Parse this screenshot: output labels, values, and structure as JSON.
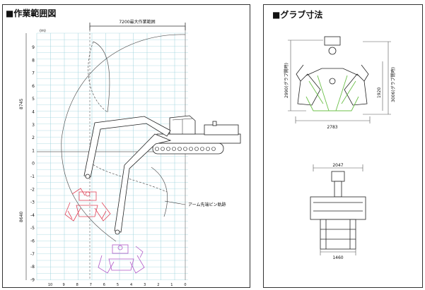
{
  "left_panel": {
    "title": "■作業範囲図",
    "dimension_top": "7200最大作業範囲",
    "dim_side_upper": "8745",
    "dim_side_lower": "8640",
    "unit_label": "(m)",
    "y_ticks": [
      "9",
      "8",
      "7",
      "6",
      "5",
      "4",
      "3",
      "2",
      "1",
      "0",
      "-1",
      "-2",
      "-3",
      "-4",
      "-5",
      "-6",
      "-7",
      "-8",
      "-9"
    ],
    "x_ticks": [
      "10",
      "9",
      "8",
      "7",
      "6",
      "5",
      "4",
      "3",
      "2",
      "1",
      "0"
    ],
    "annotation": "アーム先端ピン軌跡"
  },
  "right_panel": {
    "title": "■グラブ寸法",
    "dim_height_open": "2990(グラブ開時)",
    "dim_height_closed": "3006(グラブ閉時)",
    "dim_1920": "1920",
    "dim_width": "2783",
    "dim_2047": "2047",
    "dim_1460": "1460"
  },
  "colors": {
    "grid": "#9fd3dd",
    "machine": "#222222",
    "grab_red": "#e0455a",
    "grab_purple": "#b05ac8",
    "grab_green": "#6cc04a",
    "dimension": "#555555"
  }
}
